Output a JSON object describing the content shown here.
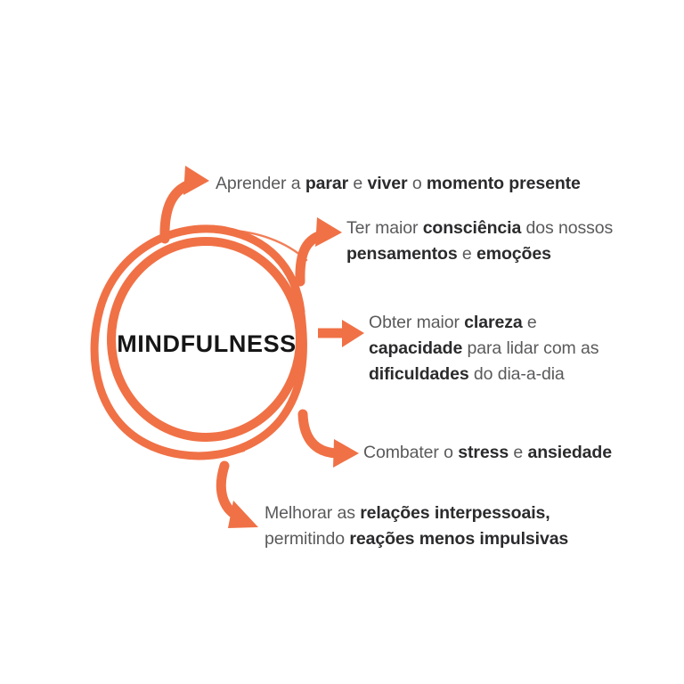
{
  "theme": {
    "accent": "#F07146",
    "accent_dark": "#E8683C",
    "text_regular": "#5a5a5c",
    "text_bold": "#2b2b2d",
    "hub_text": "#161616",
    "background": "#ffffff"
  },
  "hub": {
    "label": "MINDFULNESS"
  },
  "benefits": [
    {
      "id": "benefit-0",
      "arrow": "curved-arrow-up-right",
      "lines": [
        [
          {
            "text": "Aprender a ",
            "bold": false
          },
          {
            "text": "parar",
            "bold": true
          },
          {
            "text": " e ",
            "bold": false
          },
          {
            "text": "viver",
            "bold": true
          },
          {
            "text": " o ",
            "bold": false
          },
          {
            "text": "momento presente",
            "bold": true
          }
        ]
      ],
      "plain": "Aprender a parar e viver o momento presente"
    },
    {
      "id": "benefit-1",
      "arrow": "curved-arrow-up-right",
      "lines": [
        [
          {
            "text": "Ter maior ",
            "bold": false
          },
          {
            "text": "consciência",
            "bold": true
          },
          {
            "text": " dos nossos",
            "bold": false
          }
        ],
        [
          {
            "text": "pensamentos",
            "bold": true
          },
          {
            "text": " e ",
            "bold": false
          },
          {
            "text": "emoções",
            "bold": true
          }
        ]
      ],
      "plain": "Ter maior consciência dos nossos pensamentos e emoções"
    },
    {
      "id": "benefit-2",
      "arrow": "straight-arrow-right",
      "lines": [
        [
          {
            "text": "Obter maior ",
            "bold": false
          },
          {
            "text": "clareza",
            "bold": true
          },
          {
            "text": " e",
            "bold": false
          }
        ],
        [
          {
            "text": "capacidade",
            "bold": true
          },
          {
            "text": " para lidar com as",
            "bold": false
          }
        ],
        [
          {
            "text": "dificuldades",
            "bold": true
          },
          {
            "text": " do dia-a-dia",
            "bold": false
          }
        ]
      ],
      "plain": "Obter maior clareza e capacidade para lidar com as dificuldades do dia-a-dia"
    },
    {
      "id": "benefit-3",
      "arrow": "curved-arrow-down-right",
      "lines": [
        [
          {
            "text": "Combater o ",
            "bold": false
          },
          {
            "text": "stress",
            "bold": true
          },
          {
            "text": " e ",
            "bold": false
          },
          {
            "text": "ansiedade",
            "bold": true
          }
        ]
      ],
      "plain": "Combater o stress e ansiedade"
    },
    {
      "id": "benefit-4",
      "arrow": "curved-arrow-down-right",
      "lines": [
        [
          {
            "text": "Melhorar as ",
            "bold": false
          },
          {
            "text": "relações interpessoais,",
            "bold": true
          }
        ],
        [
          {
            "text": "permitindo ",
            "bold": false
          },
          {
            "text": "reações menos impulsivas",
            "bold": true
          }
        ]
      ],
      "plain": "Melhorar as relações interpessoais, permitindo reações menos impulsivas"
    }
  ]
}
